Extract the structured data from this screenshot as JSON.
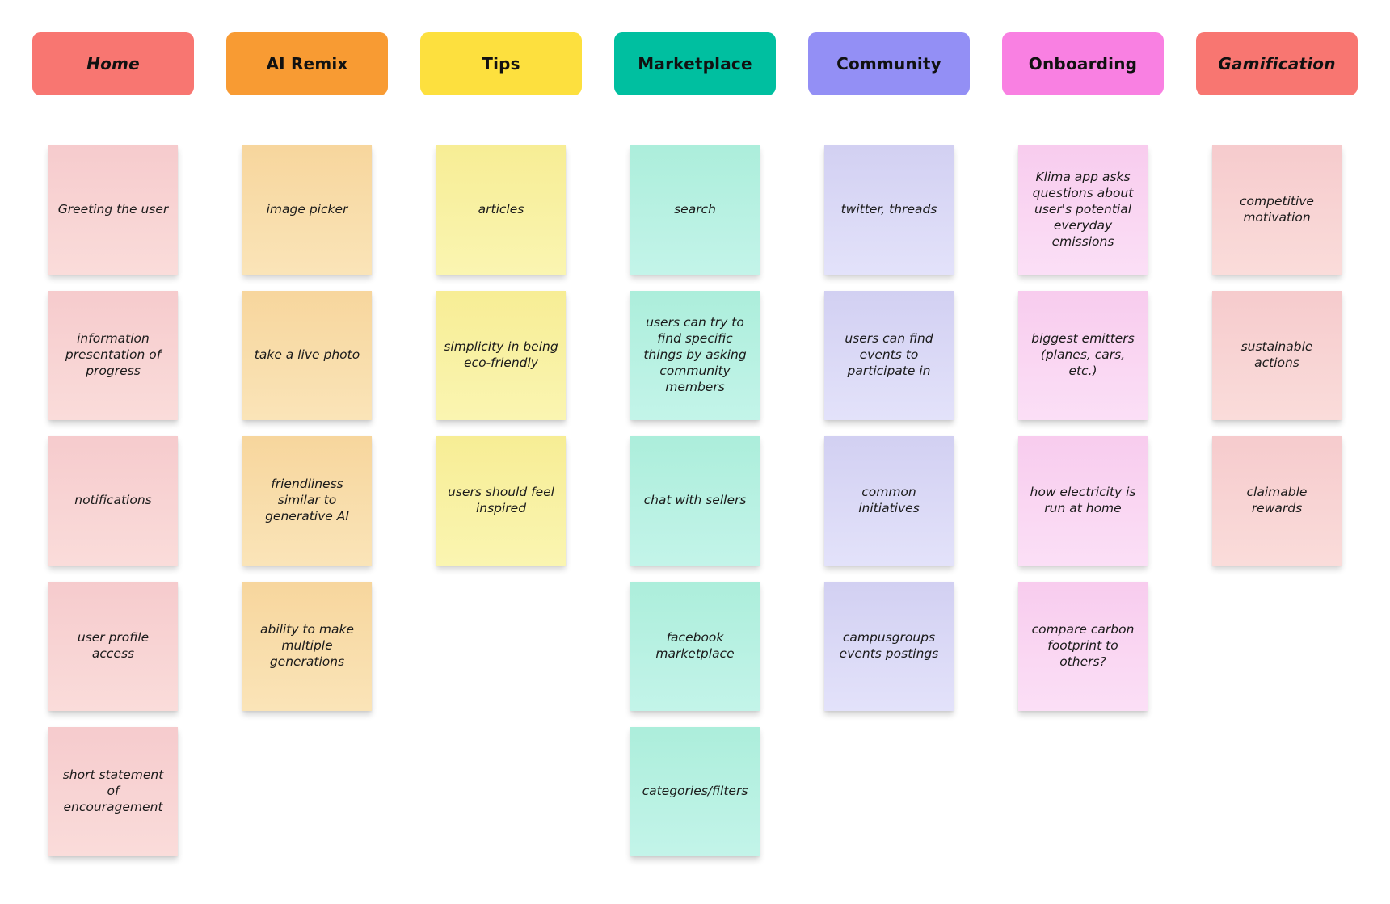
{
  "board": {
    "background_color": "#ffffff",
    "note_text_color": "#1a1a1a",
    "header_text_color": "#111111",
    "columns": [
      {
        "label": "Home",
        "italic_label": true,
        "header_color": "#f87671",
        "note_gradient_top": "#f6cbcd",
        "note_gradient_bottom": "#fadcda",
        "notes": [
          "Greeting the user",
          "information presentation of progress",
          "notifications",
          "user profile access",
          "short statement of encouragement"
        ]
      },
      {
        "label": "AI Remix",
        "italic_label": false,
        "header_color": "#f89b33",
        "note_gradient_top": "#f7d69d",
        "note_gradient_bottom": "#fae4b8",
        "notes": [
          "image picker",
          "take a live photo",
          "friendliness similar to generative AI",
          "ability to make multiple generations"
        ]
      },
      {
        "label": "Tips",
        "italic_label": false,
        "header_color": "#fde03e",
        "note_gradient_top": "#f7ed95",
        "note_gradient_bottom": "#faf5b1",
        "notes": [
          "articles",
          "simplicity in being eco-friendly",
          "users should feel inspired"
        ]
      },
      {
        "label": "Marketplace",
        "italic_label": false,
        "header_color": "#00bfa0",
        "note_gradient_top": "#aceedb",
        "note_gradient_bottom": "#c3f4e9",
        "notes": [
          "search",
          "users can try to find specific things by asking community members",
          "chat with sellers",
          "facebook marketplace",
          "categories/filters"
        ]
      },
      {
        "label": "Community",
        "italic_label": false,
        "header_color": "#938ff5",
        "note_gradient_top": "#d2d0f2",
        "note_gradient_bottom": "#e3e2fa",
        "notes": [
          "twitter, threads",
          "users can find events to participate in",
          "common initiatives",
          "campusgroups events postings"
        ]
      },
      {
        "label": "Onboarding",
        "italic_label": false,
        "header_color": "#f980e2",
        "note_gradient_top": "#f8ccee",
        "note_gradient_bottom": "#fbdff6",
        "notes": [
          "Klima app asks questions about user's potential everyday emissions",
          "biggest emitters (planes, cars, etc.)",
          "how electricity is run at home",
          "compare carbon footprint to others?"
        ]
      },
      {
        "label": "Gamification",
        "italic_label": true,
        "header_color": "#f87671",
        "note_gradient_top": "#f6cbcd",
        "note_gradient_bottom": "#fadcda",
        "notes": [
          "competitive motivation",
          "sustainable actions",
          "claimable rewards"
        ]
      }
    ]
  }
}
